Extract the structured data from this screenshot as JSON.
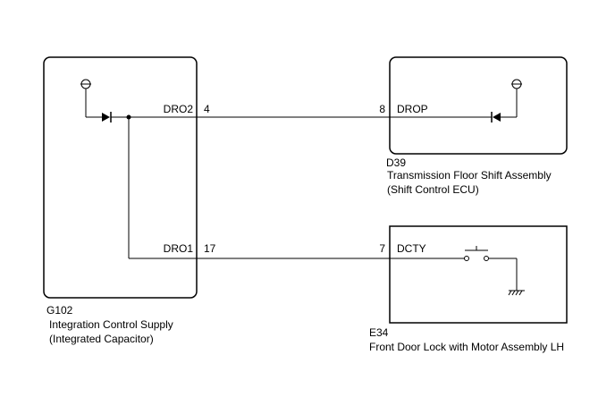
{
  "components": {
    "g102": {
      "code": "G102",
      "name_line1": "Integration Control Supply",
      "name_line2": "(Integrated Capacitor)"
    },
    "d39": {
      "code": "D39",
      "name_line1": "Transmission Floor Shift Assembly",
      "name_line2": "(Shift Control ECU)"
    },
    "e34": {
      "code": "E34",
      "name_line1": "Front Door Lock with Motor Assembly LH"
    }
  },
  "wires": {
    "upper": {
      "left_terminal": "DRO2",
      "left_pin": "4",
      "right_pin": "8",
      "right_terminal": "DROP"
    },
    "lower": {
      "left_terminal": "DRO1",
      "left_pin": "17",
      "right_pin": "7",
      "right_terminal": "DCTY"
    }
  }
}
